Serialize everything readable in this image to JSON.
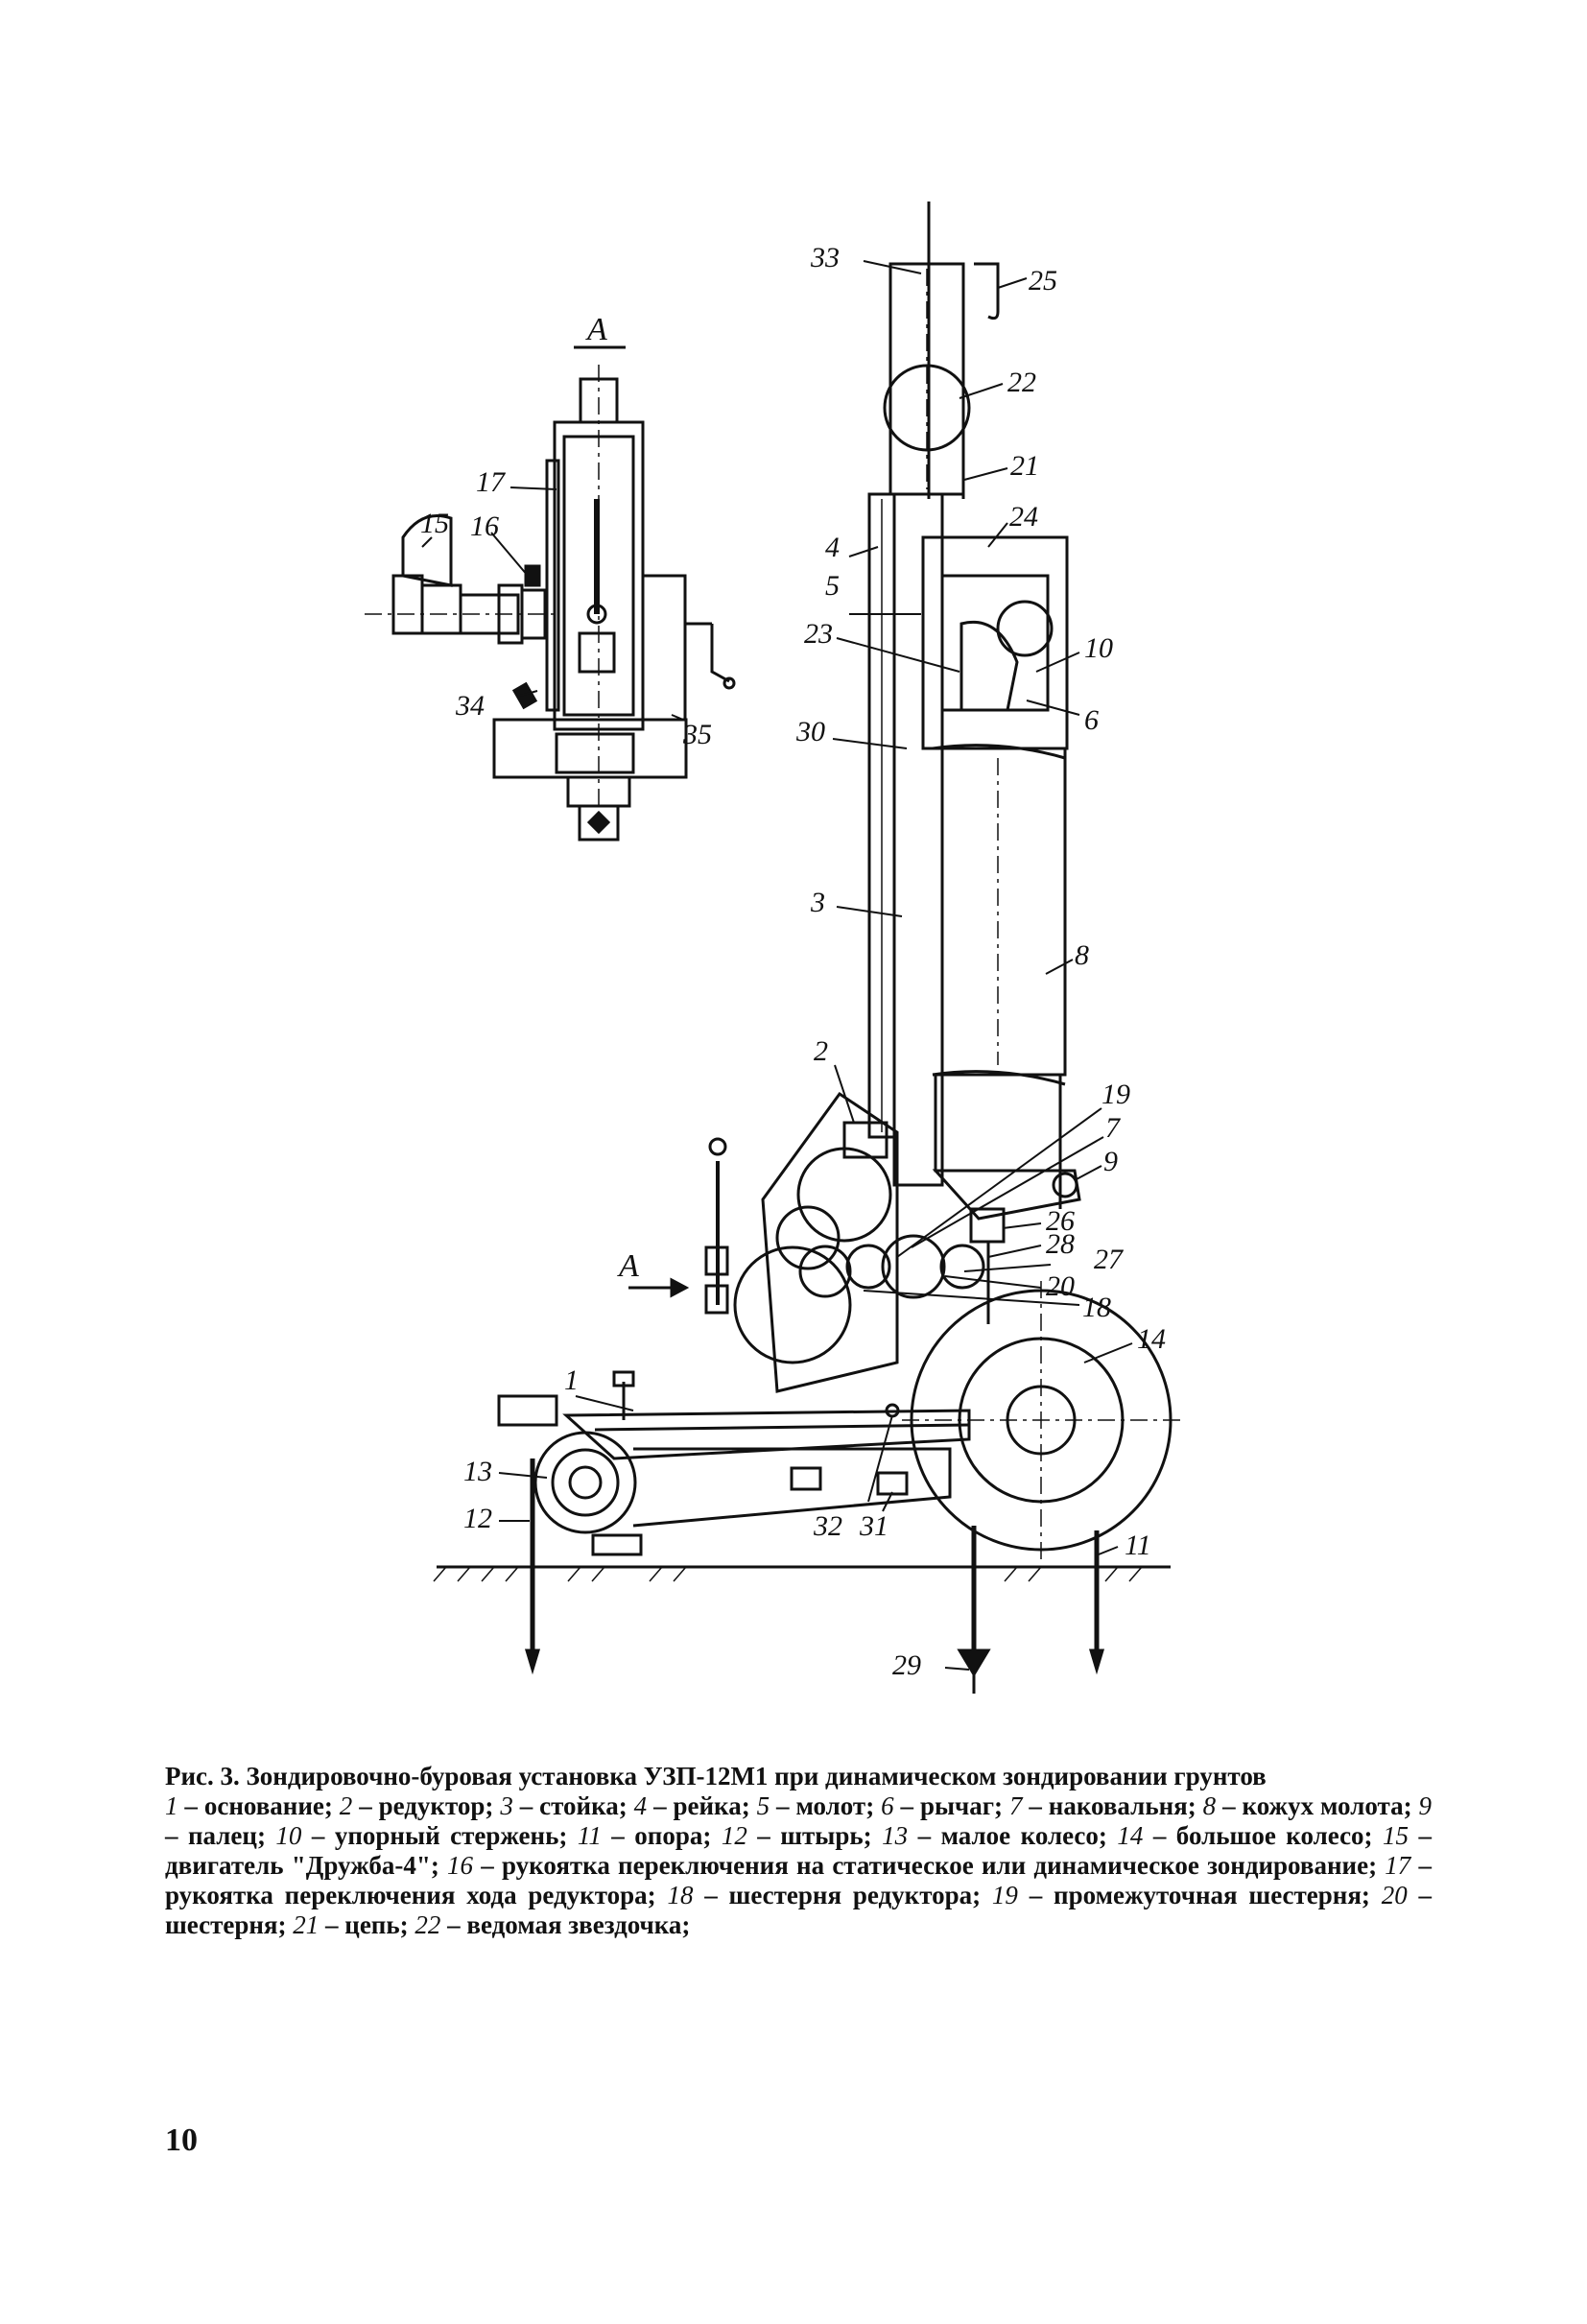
{
  "caption": {
    "title": "Рис. 3. Зондировочно-буровая установка УЗП-12М1 при динамическом зондировании грунтов",
    "legend": [
      {
        "num": "1",
        "text": "основание;"
      },
      {
        "num": "2",
        "text": "редуктор;"
      },
      {
        "num": "3",
        "text": "стойка;"
      },
      {
        "num": "4",
        "text": "рейка;"
      },
      {
        "num": "5",
        "text": "молот;"
      },
      {
        "num": "6",
        "text": "рычаг;"
      },
      {
        "num": "7",
        "text": "наковальня;"
      },
      {
        "num": "8",
        "text": "кожух молота;"
      },
      {
        "num": "9",
        "text": "палец;"
      },
      {
        "num": "10",
        "text": "упорный стержень;"
      },
      {
        "num": "11",
        "text": "опора;"
      },
      {
        "num": "12",
        "text": "штырь;"
      },
      {
        "num": "13",
        "text": "малое колесо;"
      },
      {
        "num": "14",
        "text": "большое колесо;"
      },
      {
        "num": "15",
        "text": "двигатель \"Дружба-4\";"
      },
      {
        "num": "16",
        "text": "рукоятка переключения на статическое или динамическое зондирование;"
      },
      {
        "num": "17",
        "text": "рукоятка переключения хода редуктора;"
      },
      {
        "num": "18",
        "text": "шестерня редуктора;"
      },
      {
        "num": "19",
        "text": "промежуточная шестерня;"
      },
      {
        "num": "20",
        "text": "шестерня;"
      },
      {
        "num": "21",
        "text": "цепь;"
      },
      {
        "num": "22",
        "text": "ведомая звездочка;"
      }
    ]
  },
  "page_number": "10",
  "figure": {
    "view_label": "A",
    "arrow_label": "A",
    "callouts": [
      "1",
      "2",
      "3",
      "4",
      "5",
      "6",
      "7",
      "8",
      "9",
      "10",
      "11",
      "12",
      "13",
      "14",
      "15",
      "16",
      "17",
      "18",
      "19",
      "20",
      "21",
      "22",
      "23",
      "24",
      "25",
      "26",
      "27",
      "28",
      "29",
      "30",
      "31",
      "32",
      "33",
      "34",
      "35"
    ]
  }
}
